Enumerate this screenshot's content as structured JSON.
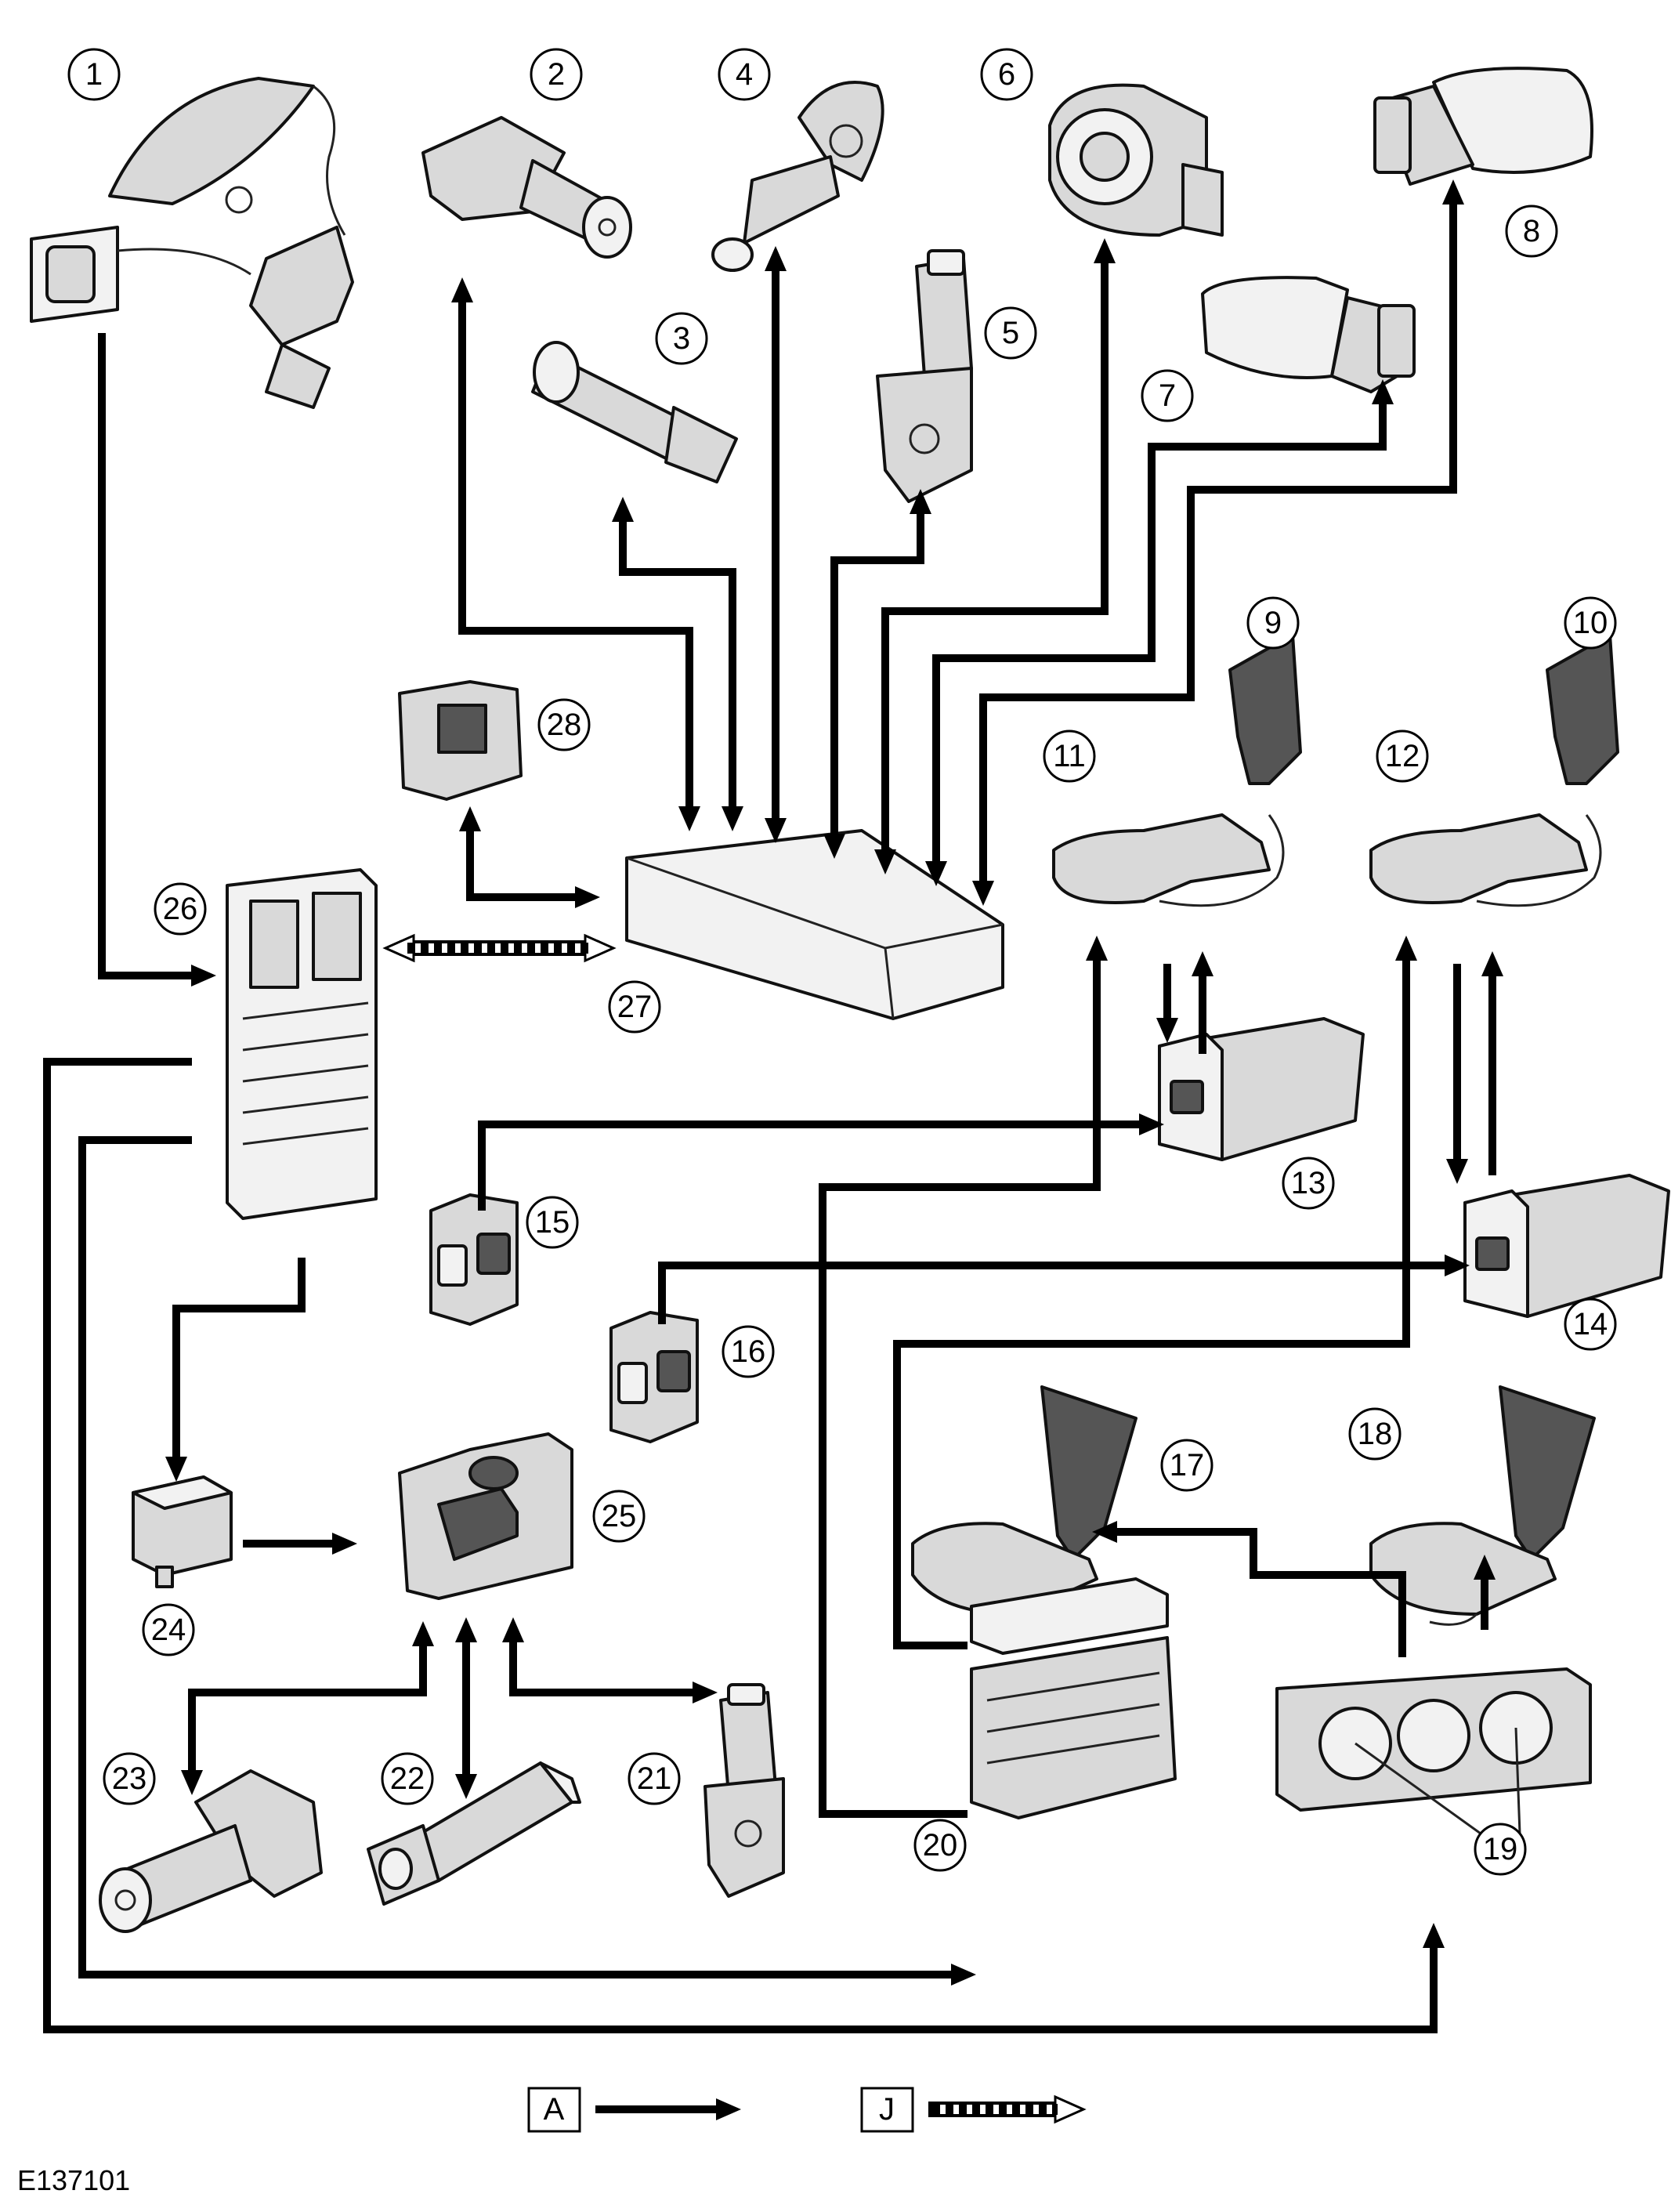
{
  "diagram": {
    "figure_ref": "E137101",
    "callouts": [
      "1",
      "2",
      "3",
      "4",
      "5",
      "6",
      "7",
      "8",
      "9",
      "10",
      "11",
      "12",
      "13",
      "14",
      "15",
      "16",
      "17",
      "18",
      "19",
      "20",
      "21",
      "22",
      "23",
      "24",
      "25",
      "26",
      "27",
      "28"
    ],
    "legend": [
      {
        "key": "A",
        "line_style": "solid-arrow"
      },
      {
        "key": "J",
        "line_style": "dashed-ladder-arrow"
      }
    ],
    "colors": {
      "line": "#000000",
      "component_fill": "#d9d9d9",
      "component_dark": "#555555",
      "background": "#ffffff"
    }
  }
}
